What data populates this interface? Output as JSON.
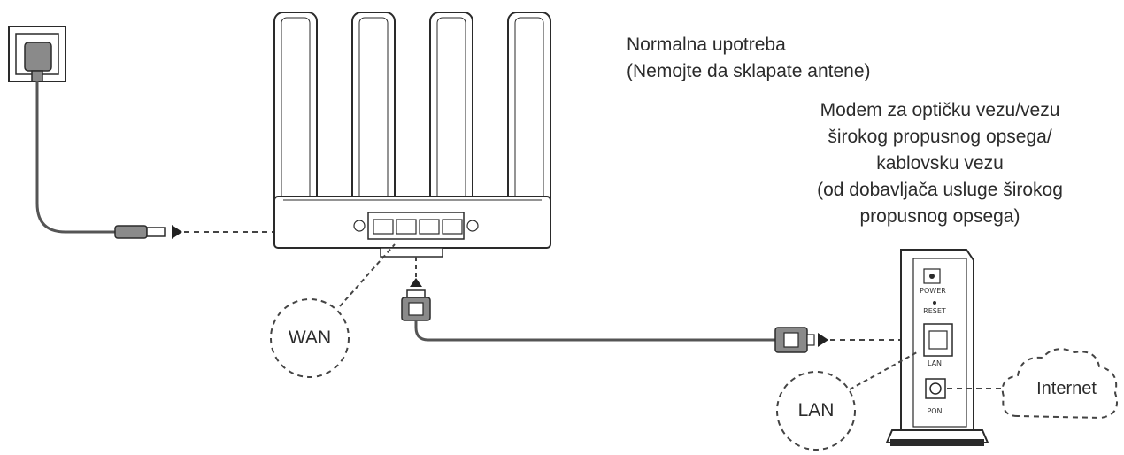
{
  "labels": {
    "normal_use_line1": "Normalna upotreba",
    "normal_use_line2": "(Nemojte da sklapate antene)",
    "modem_line1": "Modem za optičku vezu/vezu",
    "modem_line2": "širokog propusnog opsega/",
    "modem_line3": "kablovsku vezu",
    "modem_line4": "(od dobavljača usluge širokog",
    "modem_line5": "propusnog opsega)",
    "wan": "WAN",
    "lan": "LAN",
    "internet": "Internet",
    "modem_power": "POWER",
    "modem_reset": "RESET",
    "modem_lan_port": "LAN",
    "modem_pon_port": "PON"
  },
  "colors": {
    "outline": "#2a2a2a",
    "cable": "#555555",
    "plug_fill": "#8a8a8a",
    "device_fill": "#ffffff",
    "dashed": "#444444"
  }
}
